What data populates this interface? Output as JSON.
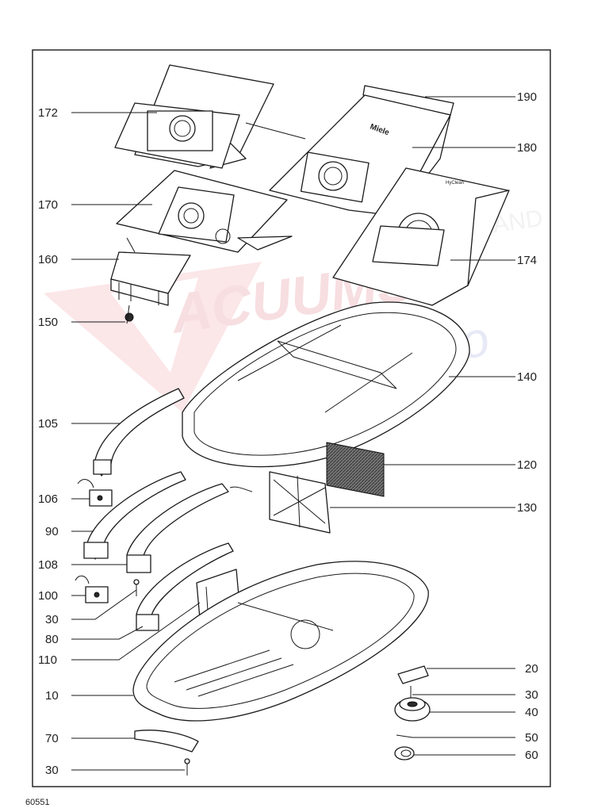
{
  "labels": {
    "l172": "172",
    "l170": "170",
    "l160": "160",
    "l150": "150",
    "l105": "105",
    "l106": "106",
    "l90": "90",
    "l108": "108",
    "l100": "100",
    "l30a": "30",
    "l80": "80",
    "l110": "110",
    "l10": "10",
    "l70": "70",
    "l30b": "30",
    "l190": "190",
    "l180": "180",
    "l174": "174",
    "l140": "140",
    "l120": "120",
    "l130": "130",
    "l20": "20",
    "l30c": "30",
    "l40": "40",
    "l50": "50",
    "l60": "60"
  },
  "bag_brand": "Miele",
  "bag_type": "HyClean",
  "watermark": {
    "line1": "ACUUMS",
    "line2": "Sewing too",
    "small": "US AND"
  },
  "reference_number": "60551"
}
